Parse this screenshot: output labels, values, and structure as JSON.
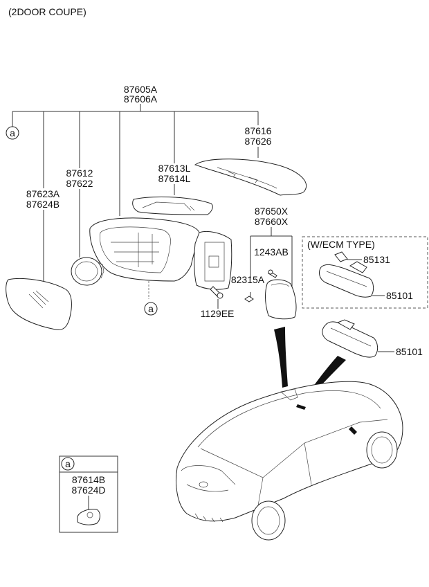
{
  "title": "(2DOOR COUPE)",
  "callout_marker": "a",
  "parts": {
    "mirror_assy": [
      "87605A",
      "87606A"
    ],
    "scalp_cover": [
      "87616",
      "87626"
    ],
    "actuator": [
      "87612",
      "87622"
    ],
    "mirror_glass": [
      "87623A",
      "87624B"
    ],
    "side_repeater": [
      "87613L",
      "87614L"
    ],
    "cover_assy": [
      "87650X",
      "87660X"
    ],
    "screw": "1243AB",
    "clip": "82315A",
    "bolt": "1129EE",
    "room_mirror_ecm_box_title": "(W/ECM TYPE)",
    "ecm_switch": "85131",
    "room_mirror_ecm": "85101",
    "room_mirror": "85101",
    "inset_part": [
      "87614B",
      "87624D"
    ]
  }
}
